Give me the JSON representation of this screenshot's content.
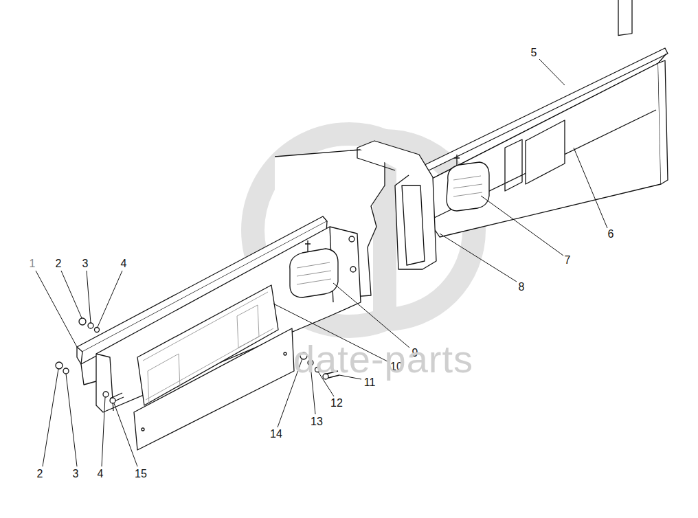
{
  "diagram": {
    "labels": [
      "1",
      "2",
      "3",
      "4",
      "5",
      "6",
      "7",
      "8",
      "9",
      "10",
      "11",
      "12",
      "13",
      "14",
      "2",
      "3",
      "4",
      "15",
      "date-parts"
    ]
  }
}
